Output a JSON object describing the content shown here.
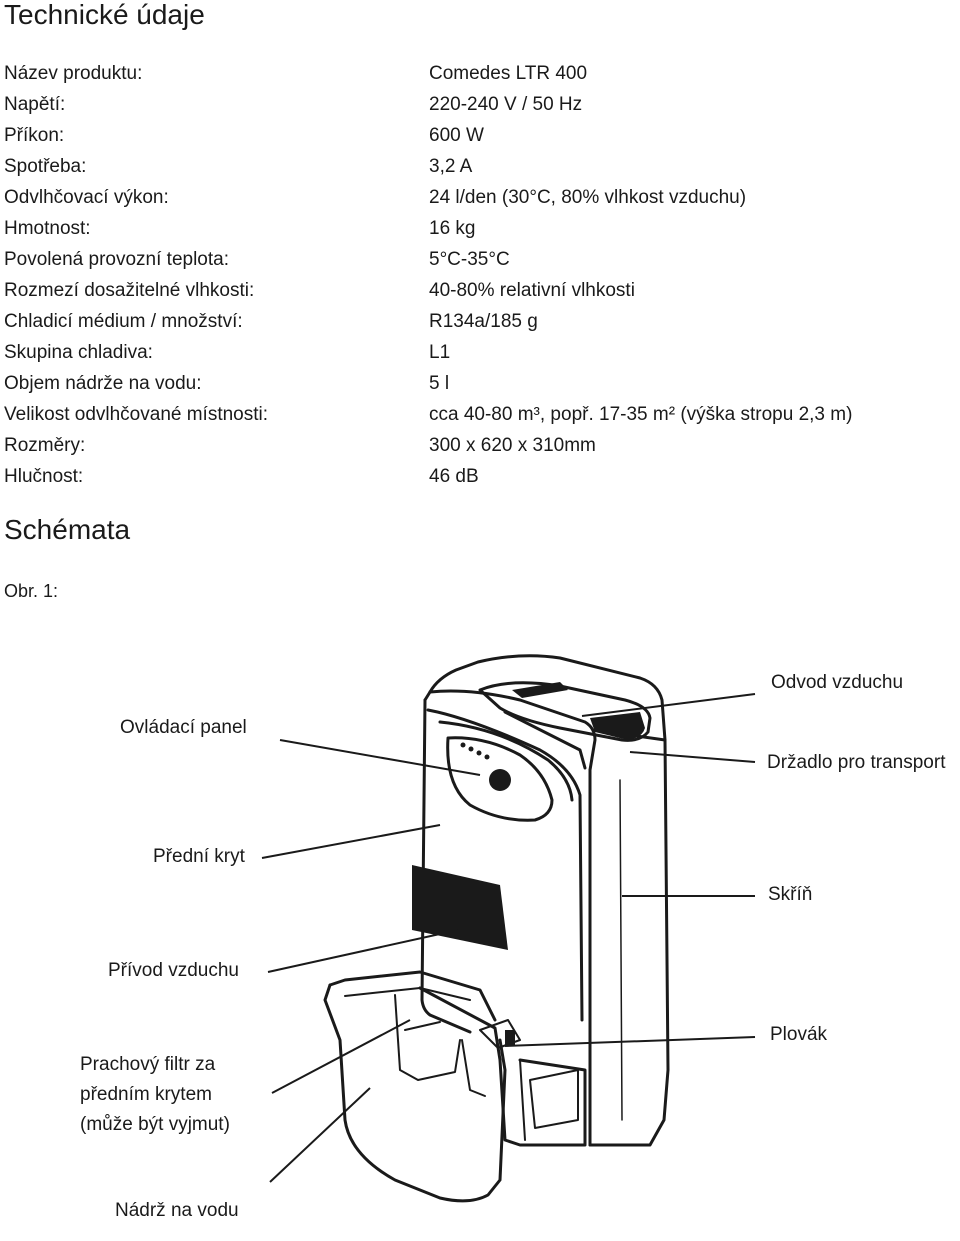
{
  "page": {
    "title": "Technické údaje",
    "specs": [
      {
        "label": "Název produktu:",
        "value": "Comedes LTR 400"
      },
      {
        "label": "Napětí:",
        "value": "220-240 V / 50 Hz"
      },
      {
        "label": "Příkon:",
        "value": "600 W"
      },
      {
        "label": "Spotřeba:",
        "value": "3,2 A"
      },
      {
        "label": "Odvlhčovací výkon:",
        "value": "24 l/den (30°C, 80% vlhkost vzduchu)"
      },
      {
        "label": "Hmotnost:",
        "value": "16 kg"
      },
      {
        "label": "Povolená provozní teplota:",
        "value": "5°C-35°C"
      },
      {
        "label": "Rozmezí dosažitelné vlhkosti:",
        "value": "40-80% relativní vlhkosti"
      },
      {
        "label": "Chladicí médium / množství:",
        "value": "R134a/185 g"
      },
      {
        "label": "Skupina chladiva:",
        "value": "L1"
      },
      {
        "label": "Objem nádrže na vodu:",
        "value": "5 l"
      },
      {
        "label": "Velikost odvlhčované místnosti:",
        "value": "cca 40-80 m³, popř. 17-35 m² (výška stropu 2,3 m)"
      },
      {
        "label": "Rozměry:",
        "value": "300 x 620 x 310mm"
      },
      {
        "label": "Hlučnost:",
        "value": "46 dB"
      }
    ],
    "schemes_title": "Schémata",
    "figure_label": "Obr. 1:"
  },
  "diagram": {
    "callouts": {
      "air_outlet": "Odvod vzduchu",
      "control_panel": "Ovládací panel",
      "transport_handle": "Držadlo pro transport",
      "front_cover": "Přední kryt",
      "cabinet": "Skříň",
      "air_inlet": "Přívod vzduchu",
      "float": "Plovák",
      "dust_filter_line1": "Prachový filtr za",
      "dust_filter_line2": "předním krytem",
      "dust_filter_line3": "(může být vyjmut)",
      "water_tank": "Nádrž na vodu"
    }
  }
}
